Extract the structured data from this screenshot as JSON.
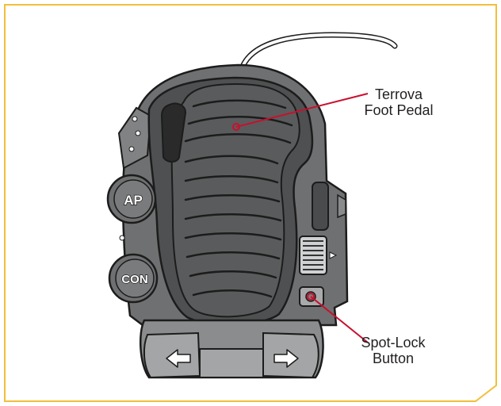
{
  "colors": {
    "frame": "#f2bf3a",
    "housing": "#6f7071",
    "pedal": "#5a5b5c",
    "line": "#1c1c1c",
    "pointer": "#c8102e",
    "text": "#231f20"
  },
  "pedal_label": {
    "line1": "Terrova",
    "line2": "Foot Pedal"
  },
  "spotlock_label": {
    "line1": "Spot-Lock",
    "line2": "Button"
  },
  "buttons": {
    "ap": "AP",
    "con": "CON"
  },
  "icons": {
    "left": "arrow-left-icon",
    "right": "arrow-right-icon"
  }
}
